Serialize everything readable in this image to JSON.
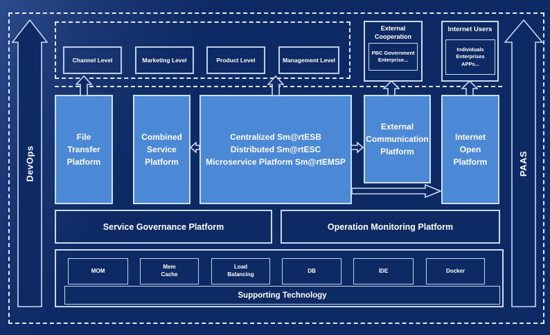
{
  "colors": {
    "background": "#0e2a64",
    "platform_fill": "#4b88d5",
    "border_light": "#cbdcf2",
    "dashed_line": "#e2ebf7",
    "text": "#ffffff"
  },
  "side_rails": {
    "left": "DevOps",
    "right": "PAAS"
  },
  "levels": [
    "Channel Level",
    "Marketing Level",
    "Product Level",
    "Management Level"
  ],
  "external_cooperation": {
    "title": "External\nCooperation",
    "body": "PBC Government\nEnterprise..."
  },
  "internet_users": {
    "title": "Internet Users",
    "body": "Individuals\nEnterprises\nAPPs..."
  },
  "platforms": {
    "file_transfer": "File\nTransfer\nPlatform",
    "combined_service": "Combined\nService\nPlatform",
    "central": "Centralized Sm@rtESB\nDistributed Sm@rtESC\nMicroservice Platform Sm@rtEMSP",
    "external_communication": "External\nCommunication\nPlatform",
    "internet_open": "Internet\nOpen\nPlatform"
  },
  "governance_row": {
    "service_governance": "Service Governance Platform",
    "operation_monitoring": "Operation Monitoring Platform"
  },
  "technology": {
    "items": [
      "MOM",
      "Mem\nCache",
      "Load\nBalancing",
      "DB",
      "IDE",
      "Docker"
    ],
    "supporting": "Supporting Technology"
  }
}
